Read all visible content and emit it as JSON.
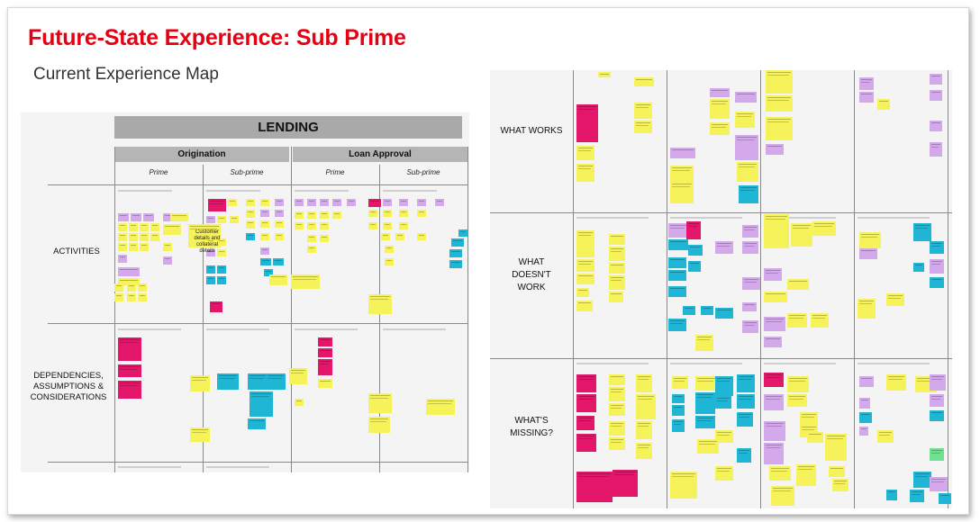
{
  "title": "Future-State Experience: Sub Prime",
  "subtitle": "Current Experience Map",
  "left_board": {
    "header": "LENDING",
    "sections": [
      "Origination",
      "Loan Approval"
    ],
    "subheads": [
      "Prime",
      "Sub-prime",
      "Prime",
      "Sub-prime"
    ],
    "rows": [
      "ACTIVITIES",
      "DEPENDENCIES, ASSUMPTIONS & CONSIDERATIONS"
    ],
    "legible_notes": [
      "Customer details and collateral details"
    ]
  },
  "right_board": {
    "rows": [
      "WHAT WORKS",
      "WHAT DOESN'T WORK",
      "WHAT'S MISSING?"
    ]
  },
  "colors": {
    "title_red": "#e60012",
    "yellow": "#f6f25a",
    "pink": "#e3166a",
    "cyan": "#1fb6d6",
    "purple": "#d3a9ec",
    "green": "#6fe08f",
    "gray_bar": "#a9a9a9"
  }
}
